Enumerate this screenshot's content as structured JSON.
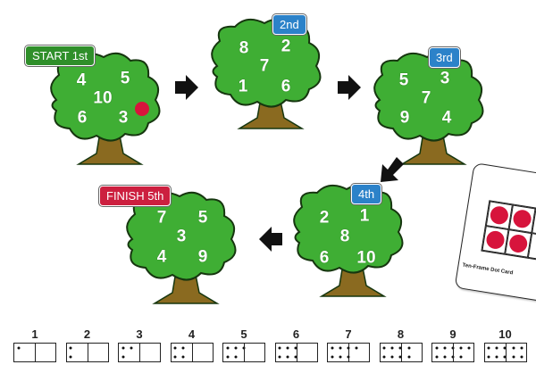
{
  "colors": {
    "leaf": "#3fae34",
    "leaf_outline": "#16360f",
    "trunk": "#8a6a20",
    "start_badge": "#2f8f2a",
    "step_badge": "#2c82c9",
    "finish_badge": "#cc1f3f",
    "counter": "#d7143c"
  },
  "trees": [
    {
      "id": "start",
      "badge": "START  1st",
      "numbers": [
        "4",
        "5",
        "10",
        "6",
        "3"
      ]
    },
    {
      "id": "second",
      "badge": "2nd",
      "numbers": [
        "8",
        "2",
        "7",
        "1",
        "6"
      ]
    },
    {
      "id": "third",
      "badge": "3rd",
      "numbers": [
        "5",
        "3",
        "7",
        "9",
        "4"
      ]
    },
    {
      "id": "fourth",
      "badge": "4th",
      "numbers": [
        "2",
        "1",
        "8",
        "6",
        "10"
      ]
    },
    {
      "id": "finish",
      "badge": "FINISH  5th",
      "numbers": [
        "7",
        "5",
        "3",
        "4",
        "9"
      ]
    }
  ],
  "card": {
    "label": "Ten-Frame Dot Card",
    "dots": [
      true,
      true,
      true,
      true,
      false,
      false
    ]
  },
  "legend": [
    {
      "label": "1",
      "dots": 1
    },
    {
      "label": "2",
      "dots": 2
    },
    {
      "label": "3",
      "dots": 3
    },
    {
      "label": "4",
      "dots": 4
    },
    {
      "label": "5",
      "dots": 5
    },
    {
      "label": "6",
      "dots": 6
    },
    {
      "label": "7",
      "dots": 7
    },
    {
      "label": "8",
      "dots": 8
    },
    {
      "label": "9",
      "dots": 9
    },
    {
      "label": "10",
      "dots": 10
    }
  ]
}
